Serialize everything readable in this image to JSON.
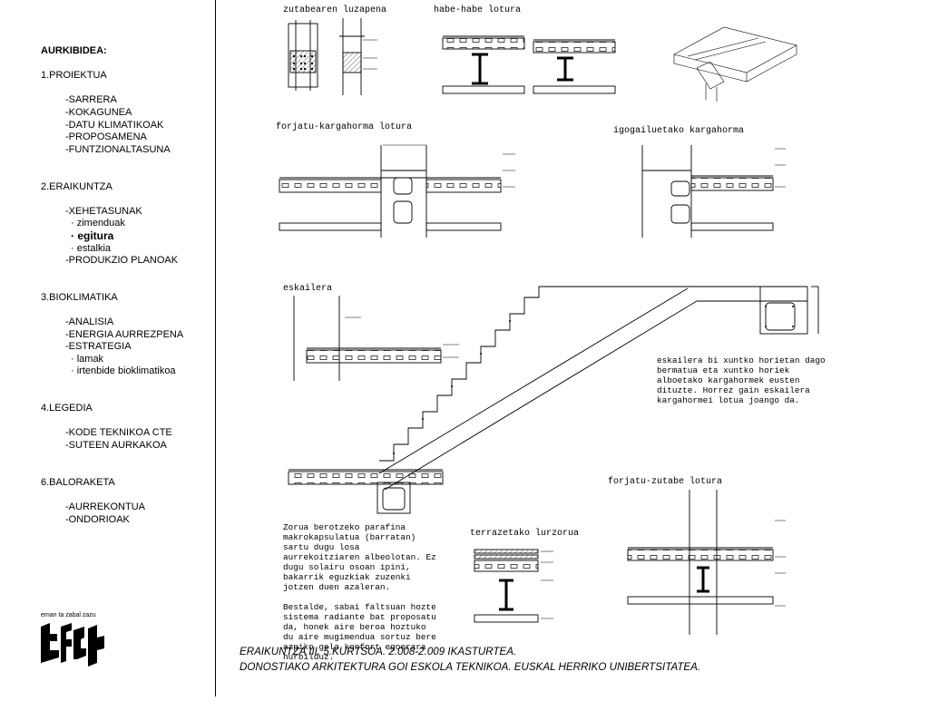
{
  "sidebar": {
    "title": "AURKIBIDEA:",
    "sections": [
      {
        "label": "1.PROIEKTUA",
        "items": [
          {
            "label": "-SARRERA"
          },
          {
            "label": "-KOKAGUNEA"
          },
          {
            "label": "-DATU KLIMATIKOAK"
          },
          {
            "label": "-PROPOSAMENA"
          },
          {
            "label": "-FUNTZIONALTASUNA"
          }
        ]
      },
      {
        "label": "2.ERAIKUNTZA",
        "items": [
          {
            "label": "-XEHETASUNAK"
          },
          {
            "label": "· zimenduak"
          },
          {
            "label": "· egitura"
          },
          {
            "label": "· estalkia"
          },
          {
            "label": "-PRODUKZIO PLANOAK"
          }
        ]
      },
      {
        "label": "3.BIOKLIMATIKA",
        "items": [
          {
            "label": "-ANALISIA"
          },
          {
            "label": "-ENERGIA AURREZPENA"
          },
          {
            "label": "-ESTRATEGIA"
          },
          {
            "label": "· lamak"
          },
          {
            "label": "· irtenbide bioklimatikoa"
          }
        ]
      },
      {
        "label": "4.LEGEDIA",
        "items": [
          {
            "label": "-KODE TEKNIKOA  CTE"
          },
          {
            "label": "-SUTEEN AURKAKOA"
          }
        ]
      },
      {
        "label": "6.BALORAKETA",
        "items": [
          {
            "label": "-AURREKONTUA"
          },
          {
            "label": "-ONDORIOAK"
          }
        ]
      }
    ],
    "logo_caption": "eman ta zabal zazu"
  },
  "details": {
    "t1": "zutabearen luzapena",
    "t2": "habe-habe lotura",
    "t3": "forjatu-kargahorma lotura",
    "t4": "igogailuetako kargahorma",
    "t5": "eskailera",
    "t6": "forjatu-zutabe lotura",
    "t7": "terrazetako lurzorua"
  },
  "notes": {
    "stair": "eskailera bi xuntko horietan dago\nbermatua eta xuntko horiek\nalboetako kargahormek eusten\ndituzte. Horrez gain eskailera\nkargahormei lotua joango da.",
    "floor": "Zorua berotzeko parafina\nmakrokapsulatua (barratan)\nsartu dugu losa\naurrekoitziaren albeolotan. Ez\ndugu solairu osoan ipini,\nbakarrik eguzkiak zuzenki\njotzen duen azaleran.\n\nBestalde, sabai faltsuan hozte\nsistema radiante bat proposatu\nda, honek aire beroa hoztuko\ndu aire mugimendua sortuz bere\nazpiko gela konfort egoerara\nhurbilduz."
  },
  "footer": {
    "line1": "ERAIKUNTZA III. 5.KURTSOA. 2.008-2.009 IKASTURTEA.",
    "line2": "DONOSTIAKO ARKITEKTURA GOI ESKOLA TEKNIKOA. EUSKAL HERRIKO UNIBERTSITATEA."
  }
}
